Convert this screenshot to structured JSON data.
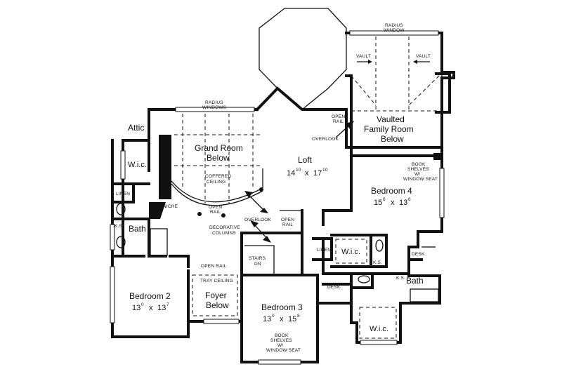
{
  "rooms": {
    "attic": "Attic",
    "wic_left": "W.i.c.",
    "linen_left": "LINEN",
    "ks_left": "K.S.",
    "bath_left": "Bath",
    "niche": "NICHE",
    "grand_room_1": "Grand Room",
    "grand_room_2": "Below",
    "radius_windows_1": "RADIUS",
    "radius_windows_2": "WINDOWS",
    "coffered_1": "COFFERED",
    "coffered_2": "CEILING",
    "open_rail_grand_1": "OPEN",
    "open_rail_grand_2": "RAIL",
    "decorative_1": "DECORATIVE",
    "decorative_2": "COLUMNS",
    "loft": "Loft",
    "loft_dim_a": "14",
    "loft_dim_a_sup": "10",
    "loft_dim_x": "x",
    "loft_dim_b": "17",
    "loft_dim_b_sup": "10",
    "overlook_top": "OVERLOOK",
    "overlook_mid": "OVERLOOK",
    "open_rail_top_1": "OPEN",
    "open_rail_top_2": "RAIL",
    "open_rail_mid_1": "OPEN",
    "open_rail_mid_2": "RAIL",
    "radius_window_1": "RADIUS",
    "radius_window_2": "WINDOW",
    "vault_left": "VAULT",
    "vault_right": "VAULT",
    "family_1": "Vaulted",
    "family_2": "Family Room",
    "family_3": "Below",
    "book_shelves_4_1": "BOOK",
    "book_shelves_4_2": "SHELVES",
    "book_shelves_4_3": "W/",
    "book_shelves_4_4": "WINDOW SEAT",
    "bedroom4": "Bedroom 4",
    "bed4_dim_a": "15",
    "bed4_dim_a_sup": "6",
    "bed4_dim_x": "x",
    "bed4_dim_b": "13",
    "bed4_dim_b_sup": "6",
    "linen_mid": "LINEN",
    "wic_mid": "W.i.c.",
    "ks_mid": "K.S.",
    "desk_right": "DESK",
    "ks_right": "K.S.",
    "bath_right": "Bath",
    "desk_mid": "DESK",
    "wic_bottom": "W.i.c.",
    "stairs_1": "STAIRS",
    "stairs_2": "DN",
    "open_rail_bottom": "OPEN RAIL",
    "tray_ceiling": "TRAY CEILING",
    "foyer_1": "Foyer",
    "foyer_2": "Below",
    "bedroom2": "Bedroom 2",
    "bed2_dim_a": "13",
    "bed2_dim_a_sup": "0",
    "bed2_dim_x": "x",
    "bed2_dim_b": "13",
    "bed2_dim_b_sup": "7",
    "bedroom3": "Bedroom 3",
    "bed3_dim_a": "13",
    "bed3_dim_a_sup": "0",
    "bed3_dim_x": "x",
    "bed3_dim_b": "15",
    "bed3_dim_b_sup": "8",
    "book_shelves_3_1": "BOOK",
    "book_shelves_3_2": "SHELVES",
    "book_shelves_3_3": "W/",
    "book_shelves_3_4": "WINDOW SEAT"
  }
}
